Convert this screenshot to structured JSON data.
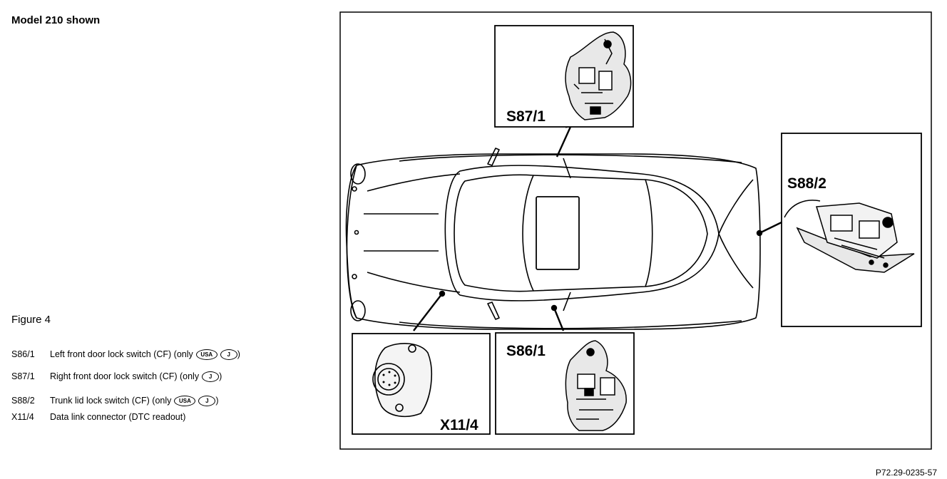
{
  "header": {
    "model_title": "Model 210 shown"
  },
  "figure": {
    "label": "Figure 4"
  },
  "legend": [
    {
      "code": "S86/1",
      "description": "Left front door lock switch (CF) (only",
      "badges": [
        "USA",
        "J"
      ],
      "close": ")"
    },
    {
      "code": "S87/1",
      "description": "Right front door lock switch (CF) (only",
      "badges": [
        "J"
      ],
      "close": ")"
    },
    {
      "code": "S88/2",
      "description": "Trunk lid lock switch (CF) (only",
      "badges": [
        "USA",
        "J"
      ],
      "close": ")"
    },
    {
      "code": "X11/4",
      "description": "Data link connector (DTC readout)",
      "badges": [],
      "close": ""
    }
  ],
  "callouts": {
    "s87_1": "S87/1",
    "s88_2": "S88/2",
    "s86_1": "S86/1",
    "x11_4": "X11/4"
  },
  "reference": {
    "code": "P72.29-0235-57"
  }
}
